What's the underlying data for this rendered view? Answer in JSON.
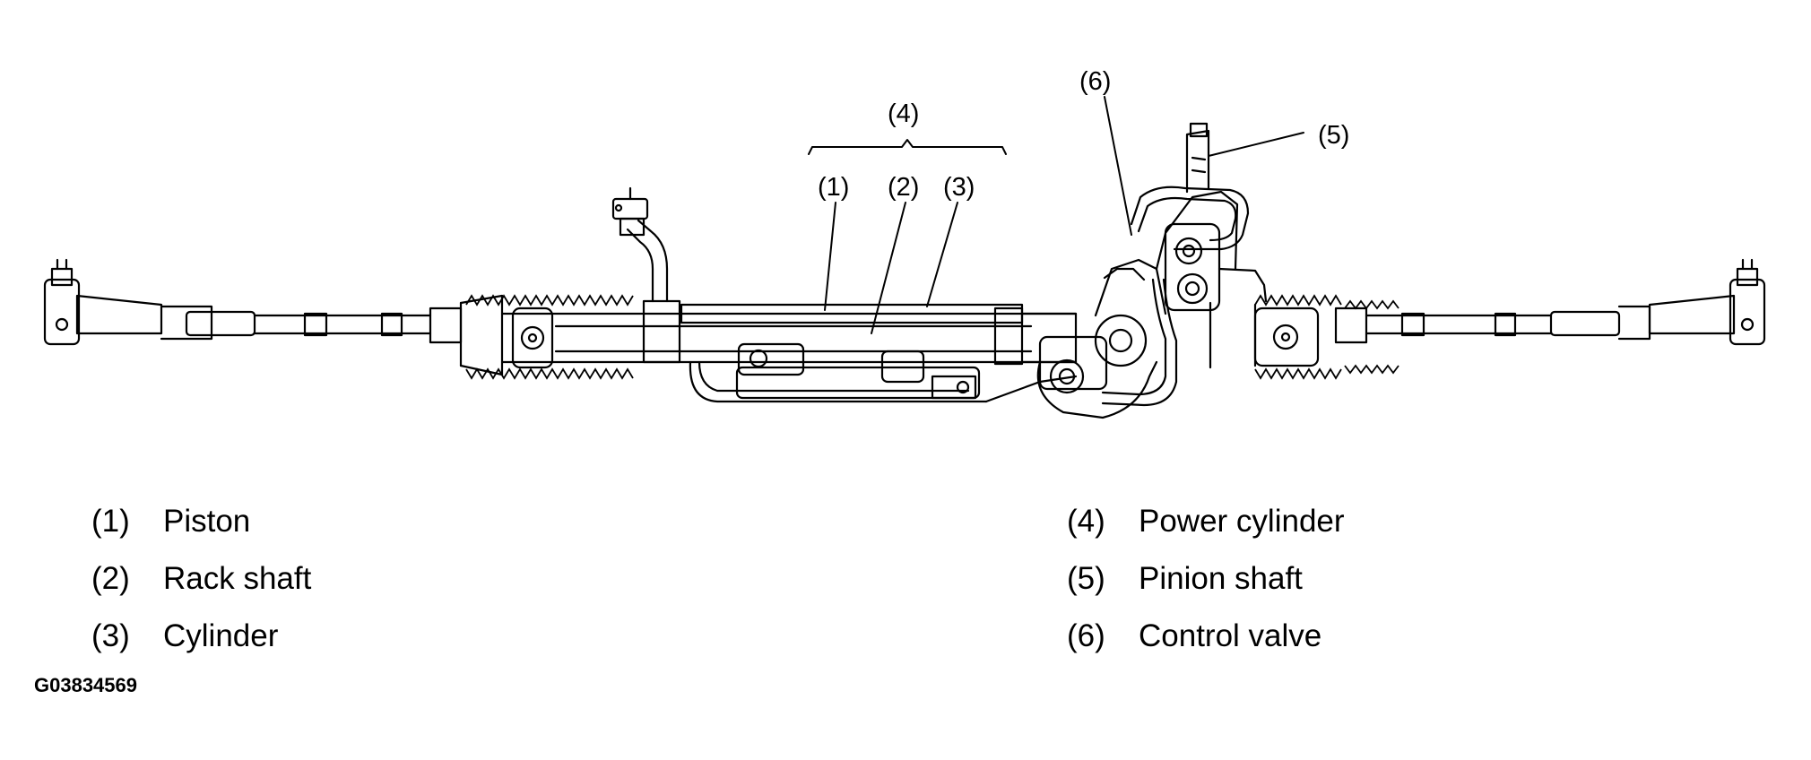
{
  "callouts": {
    "c1": "(1)",
    "c2": "(2)",
    "c3": "(3)",
    "c4": "(4)",
    "c5": "(5)",
    "c6": "(6)"
  },
  "legend": {
    "left": [
      {
        "num": "(1)",
        "label": "Piston"
      },
      {
        "num": "(2)",
        "label": "Rack shaft"
      },
      {
        "num": "(3)",
        "label": "Cylinder"
      }
    ],
    "right": [
      {
        "num": "(4)",
        "label": "Power cylinder"
      },
      {
        "num": "(5)",
        "label": "Pinion shaft"
      },
      {
        "num": "(6)",
        "label": "Control valve"
      }
    ]
  },
  "figure_id": "G03834569"
}
